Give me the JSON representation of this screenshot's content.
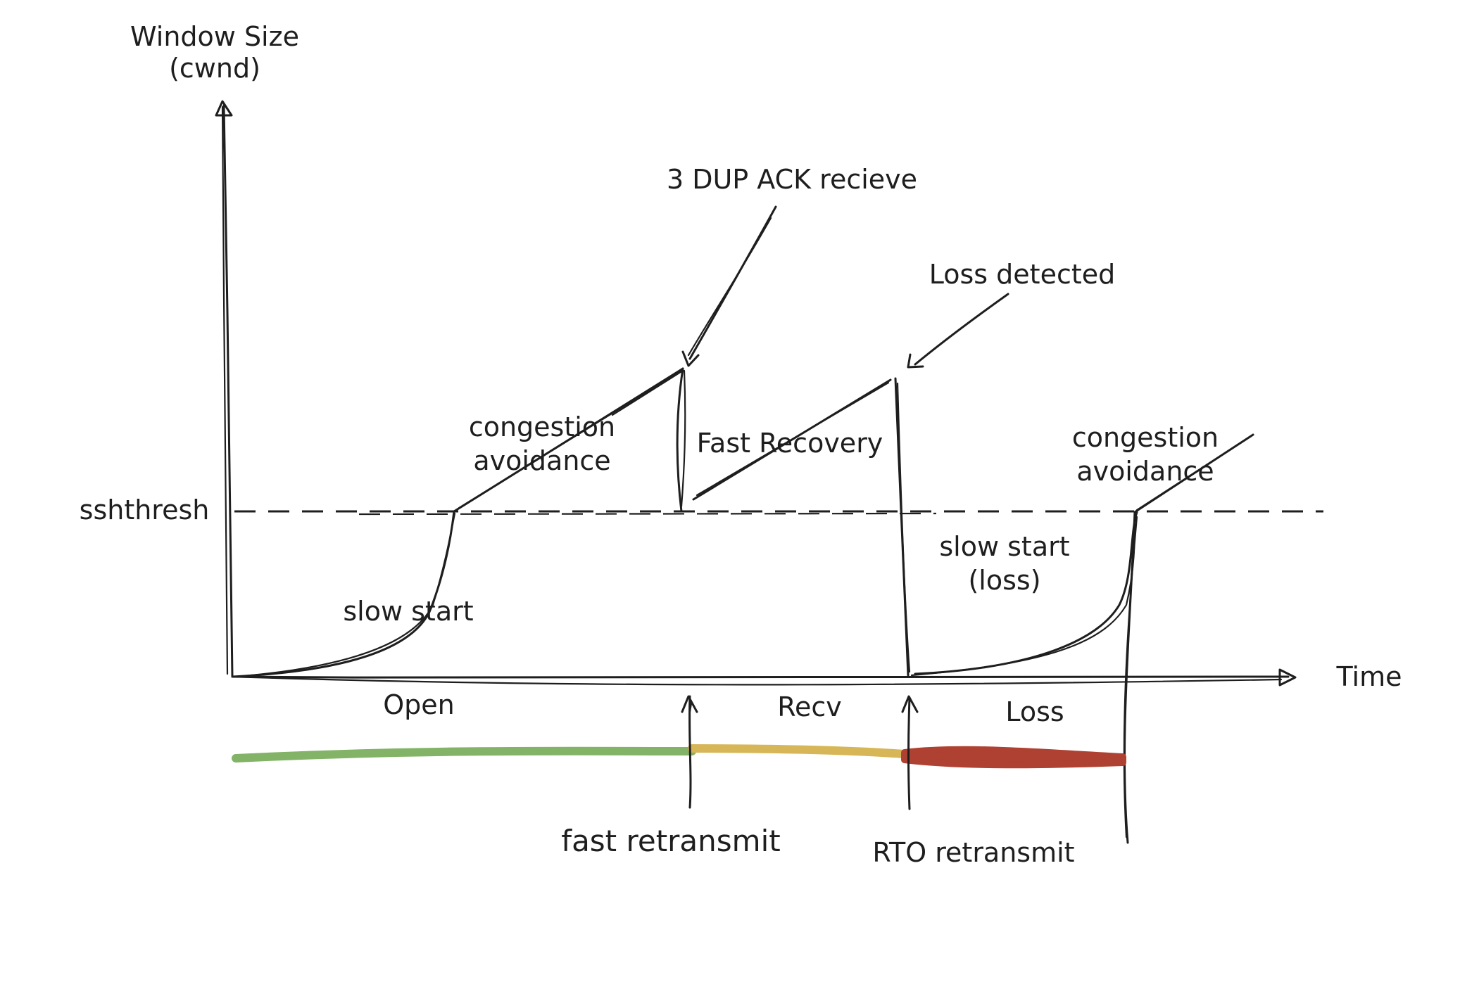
{
  "axes": {
    "y_label_line1": "Window Size",
    "y_label_line2": "(cwnd)",
    "x_label": "Time",
    "threshold_label": "sshthresh"
  },
  "annotations": {
    "three_dup_ack": "3 DUP ACK recieve",
    "loss_detected": "Loss detected",
    "congestion_avoidance_1_line1": "congestion",
    "congestion_avoidance_1_line2": "avoidance",
    "fast_recovery": "Fast Recovery",
    "congestion_avoidance_2_line1": "congestion",
    "congestion_avoidance_2_line2": "avoidance",
    "slow_start": "slow start",
    "slow_start_loss_line1": "slow start",
    "slow_start_loss_line2": "(loss)"
  },
  "states": {
    "open": "Open",
    "recv": "Recv",
    "loss": "Loss"
  },
  "events": {
    "fast_retransmit": "fast retransmit",
    "rto_retransmit": "RTO retransmit"
  },
  "colors": {
    "open": "#82b366",
    "recv": "#d6b656",
    "loss": "#ae4132",
    "ink": "#1e1e1e"
  }
}
